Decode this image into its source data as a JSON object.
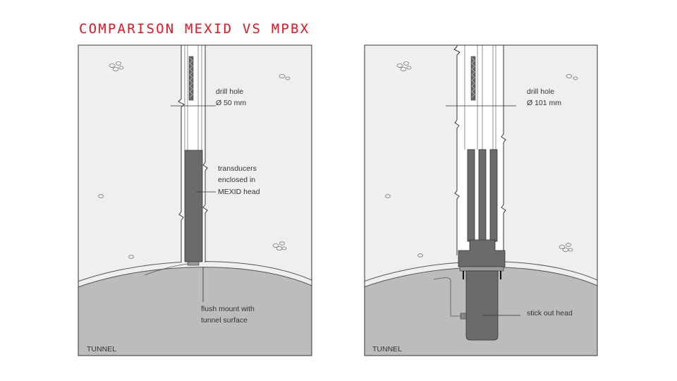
{
  "title": "COMPARISON MEXID VS MPBX",
  "colors": {
    "title": "#e8141e",
    "rock": "#efefef",
    "tunnel": "#bcbcbc",
    "device": "#6b6b6b",
    "line": "#333333"
  },
  "left_panel": {
    "drill_hole_label": "drill hole",
    "diameter_label": "Ø  50 mm",
    "transducer_label_line1": "transducers",
    "transducer_label_line2": "enclosed in",
    "transducer_label_line3": "MEXID head",
    "flush_label_line1": "flush mount with",
    "flush_label_line2": "tunnel surface",
    "tunnel_label": "TUNNEL"
  },
  "right_panel": {
    "drill_hole_label": "drill hole",
    "diameter_label": "Ø 101 mm",
    "head_label": "stick out head",
    "tunnel_label": "TUNNEL"
  }
}
